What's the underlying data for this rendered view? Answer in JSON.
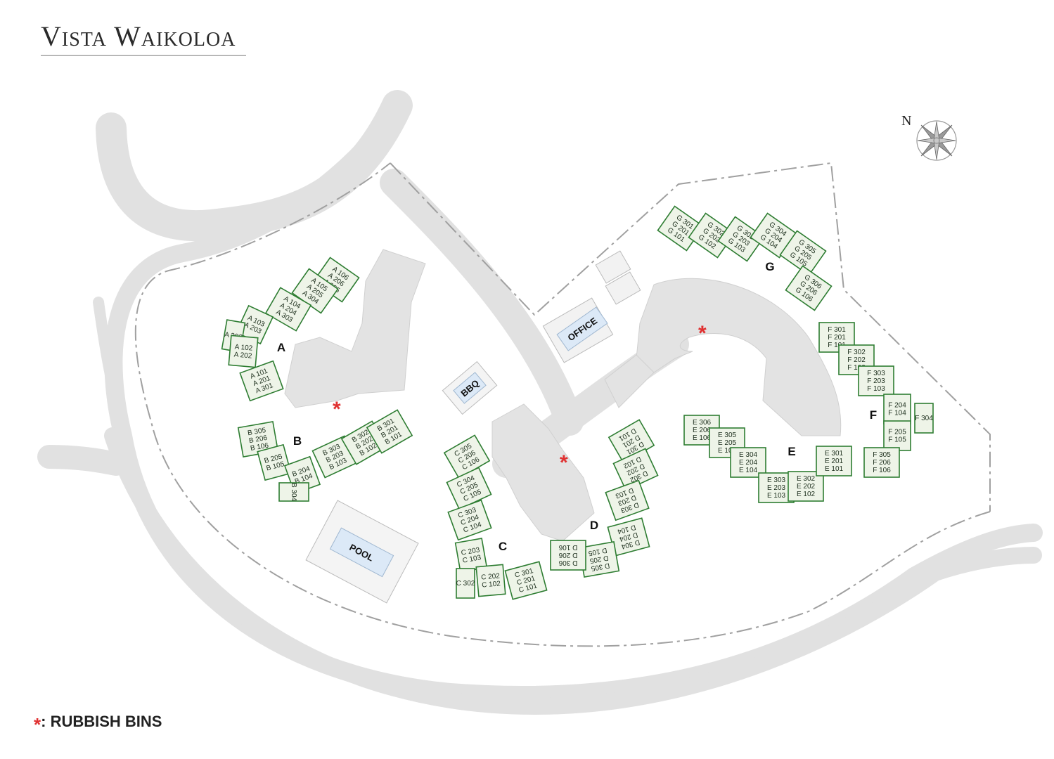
{
  "title": "Vista Waikoloa",
  "north": "N",
  "legend": {
    "symbol": "*",
    "text": ": RUBBISH BINS"
  },
  "amenities": {
    "office": "OFFICE",
    "bbq": "BBQ",
    "pool": "POOL"
  },
  "colors": {
    "building_fill": "#eef4e8",
    "building_stroke": "#2e7d32",
    "road": "#e1e1e1",
    "bin": "#e03131",
    "amenity": "#dce9f7"
  },
  "buildings": [
    {
      "letter": "A",
      "groups": [
        [
          "A 305",
          "A 206",
          "A 106"
        ],
        [
          "A 304",
          "A 205",
          "A 105"
        ],
        [
          "A 303",
          "A 204",
          "A 104"
        ],
        [
          "A 203",
          "A 103"
        ],
        [
          "A 302"
        ],
        [
          "A 202",
          "A 102"
        ],
        [
          "A 301",
          "A 201",
          "A 101"
        ]
      ]
    },
    {
      "letter": "B",
      "groups": [
        [
          "B 106",
          "B 206",
          "B 305"
        ],
        [
          "B 105",
          "B 205"
        ],
        [
          "B 104",
          "B 204"
        ],
        [
          "B 304"
        ],
        [
          "B 103",
          "B 203",
          "B 303"
        ],
        [
          "B 102",
          "B 202",
          "B 302"
        ],
        [
          "B 101",
          "B 201",
          "B 301"
        ]
      ]
    },
    {
      "letter": "C",
      "groups": [
        [
          "C 106",
          "C 206",
          "C 305"
        ],
        [
          "C 105",
          "C 205",
          "C 304"
        ],
        [
          "C 104",
          "C 204",
          "C 303"
        ],
        [
          "C 103",
          "C 203"
        ],
        [
          "C 302"
        ],
        [
          "C 102",
          "C 202"
        ],
        [
          "C 101",
          "C 201",
          "C 301"
        ]
      ]
    },
    {
      "letter": "D",
      "groups": [
        [
          "D 101",
          "D 201",
          "D 301"
        ],
        [
          "D 102",
          "D 202",
          "D 302"
        ],
        [
          "D 103",
          "D 203",
          "D 303"
        ],
        [
          "D 104",
          "D 204",
          "D 304"
        ],
        [
          "D 105",
          "D 205",
          "D 305"
        ],
        [
          "D 106",
          "D 206",
          "D 306"
        ]
      ]
    },
    {
      "letter": "E",
      "groups": [
        [
          "E 106",
          "E 206",
          "E 306"
        ],
        [
          "E 105",
          "E 205",
          "E 305"
        ],
        [
          "E 104",
          "E 204",
          "E 304"
        ],
        [
          "E 103",
          "E 203",
          "E 303"
        ],
        [
          "E 102",
          "E 202",
          "E 302"
        ],
        [
          "E 101",
          "E 201",
          "E 301"
        ]
      ]
    },
    {
      "letter": "F",
      "groups": [
        [
          "F 101",
          "F 201",
          "F 301"
        ],
        [
          "F 102",
          "F 202",
          "F 302"
        ],
        [
          "F 103",
          "F 203",
          "F 303"
        ],
        [
          "F 104",
          "F 204"
        ],
        [
          "F 304"
        ],
        [
          "F 105",
          "F 205"
        ],
        [
          "F 106",
          "F 206",
          "F 305"
        ]
      ]
    },
    {
      "letter": "G",
      "groups": [
        [
          "G 101",
          "G 201",
          "G 301"
        ],
        [
          "G 102",
          "G 202",
          "G 302"
        ],
        [
          "G 103",
          "G 203",
          "G 303"
        ],
        [
          "G 104",
          "G 204",
          "G 304"
        ],
        [
          "G 105",
          "G 205",
          "G 305"
        ],
        [
          "G 106",
          "G 206",
          "G 306"
        ]
      ]
    }
  ]
}
